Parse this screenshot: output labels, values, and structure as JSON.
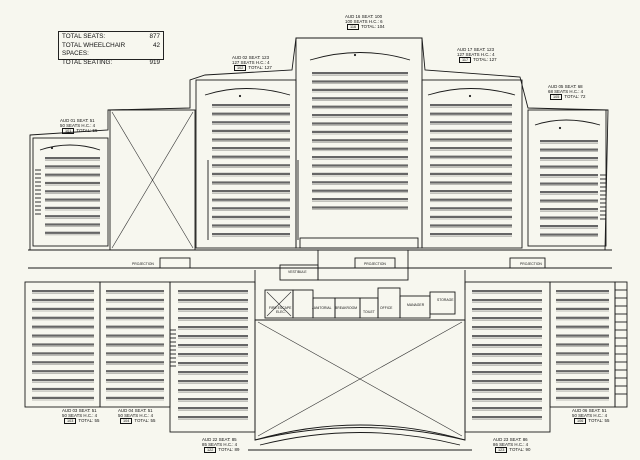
{
  "totals": {
    "seats_label": "TOTAL SEATS:",
    "seats_value": "877",
    "wc_label": "TOTAL WHEELCHAIR SPACES:",
    "wc_value": "42",
    "seating_label": "TOTAL SEATING:",
    "seating_value": "919"
  },
  "auditoriums": [
    {
      "name": "AUD 01",
      "seat": "SEAT: 51",
      "seats": "50 SEATS",
      "hc": "H.C.: 4",
      "num": "101",
      "total": "TOTAL: 55"
    },
    {
      "name": "AUD 02",
      "seat": "SEAT: 123",
      "seats": "127 SEATS",
      "hc": "H.C.: 4",
      "num": "102",
      "total": "TOTAL: 127"
    },
    {
      "name": "AUD 16",
      "seat": "SEAT: 100",
      "seats": "100 SEATS",
      "hc": "H.C.: 6",
      "num": "116",
      "total": "TOTAL: 104"
    },
    {
      "name": "AUD 17",
      "seat": "SEAT: 123",
      "seats": "127 SEATS",
      "hc": "H.C.: 4",
      "num": "117",
      "total": "TOTAL: 127"
    },
    {
      "name": "AUD 05",
      "seat": "SEAT: 68",
      "seats": "68 SEATS",
      "hc": "H.C.: 4",
      "num": "105",
      "total": "TOTAL: 72"
    },
    {
      "name": "AUD 03",
      "seat": "SEAT: 51",
      "seats": "50 SEATS",
      "hc": "H.C.: 4",
      "num": "103",
      "total": "TOTAL: 55"
    },
    {
      "name": "AUD 04",
      "seat": "SEAT: 51",
      "seats": "50 SEATS",
      "hc": "H.C.: 4",
      "num": "104",
      "total": "TOTAL: 55"
    },
    {
      "name": "AUD 22",
      "seat": "SEAT: 85",
      "seats": "85 SEATS",
      "hc": "H.C.: 4",
      "num": "122",
      "total": "TOTAL: 89"
    },
    {
      "name": "AUD 23",
      "seat": "SEAT: 86",
      "seats": "86 SEATS",
      "hc": "H.C.: 4",
      "num": "123",
      "total": "TOTAL: 90"
    },
    {
      "name": "AUD 06",
      "seat": "SEAT: 51",
      "seats": "50 SEATS",
      "hc": "H.C.: 4",
      "num": "106",
      "total": "TOTAL: 55"
    }
  ],
  "rooms": {
    "projection": "PROJECTION",
    "vestibule": "VESTIBULE",
    "fire_escape": "FIRE ESCAPE",
    "elec": "ELEC.",
    "janitorial": "JANITORIAL",
    "breakroom": "BREAKROOM",
    "toilet": "TOILET",
    "office": "OFFICE",
    "manager": "MANAGER",
    "storage": "STORAGE"
  }
}
